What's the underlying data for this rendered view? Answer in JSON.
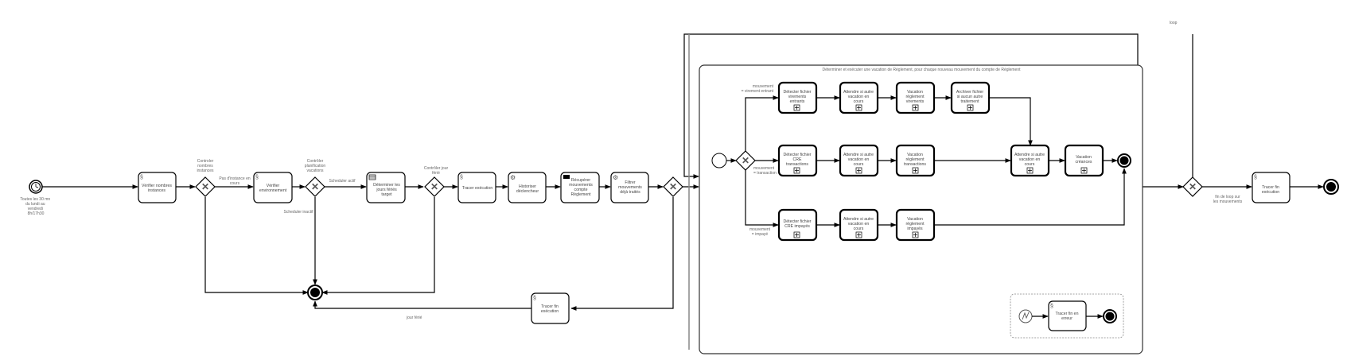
{
  "diagram": {
    "start_event": {
      "label": [
        "Toutes les 30 mn",
        "du lundi au",
        "vendredi",
        "8h/17h30"
      ]
    },
    "tasks": {
      "verifier_nombres_instances": [
        "Vérifier nombres",
        "instances"
      ],
      "verifier_environnement": [
        "Vérifier",
        "environnement"
      ],
      "determiner_jours_feries": [
        "Déterminer les",
        "jours fériés",
        "target"
      ],
      "tracer_execution": [
        "Tracer exécution"
      ],
      "historiser_declencheur": [
        "Historiser",
        "déclencheur"
      ],
      "recuperer_mouvements": [
        "Récupérer",
        "mouvements",
        "compte",
        "Règlement"
      ],
      "filtrer_mouvements": [
        "Filtrer",
        "mouvements",
        "déjà traités"
      ],
      "tracer_fin_execution_ferie": [
        "Tracer fin",
        "exécution"
      ],
      "tracer_fin_execution_final": [
        "Tracer fin",
        "exécution"
      ],
      "tracer_fin_en_erreur": [
        "Tracer fin en",
        "erreur"
      ]
    },
    "gateways": {
      "controler_nombres_instances": [
        "Controler",
        "nombres",
        "instances"
      ],
      "controler_planification": [
        "Contrôler",
        "planification",
        "vacations"
      ],
      "controler_jour_ferie": [
        "Contrôler jour",
        "férié"
      ]
    },
    "flow_labels": {
      "pas_instance": [
        "Pas d'instance en",
        "cours"
      ],
      "scheduler_actif": "Scheduler actif",
      "scheduler_inactif": "Scheduler inactif",
      "jour_ferie": "jour férié",
      "loop": "loop",
      "fin_loop": [
        "fin de loop sur",
        "les mouvements"
      ],
      "mvt_virement": [
        "mouvement",
        "= virement entrant"
      ],
      "mvt_transaction": [
        "mouvement",
        "= transaction"
      ],
      "mvt_impaye": [
        "mouvement",
        "= impayé"
      ]
    },
    "subprocess": {
      "title": "Déterminer et exécuter une vacation de Règlement, pour chaque nouveau mouvement du compte de Règlement",
      "row1": [
        [
          "Détecter fichier",
          "virements",
          "entrants"
        ],
        [
          "Attendre si autre",
          "vacation en",
          "cours"
        ],
        [
          "Vacation",
          "règlement",
          "virements"
        ],
        [
          "Archiver fichier",
          "si aucun autre",
          "traitement"
        ]
      ],
      "row2": [
        [
          "Détecter fichier",
          "CRE",
          "transactions"
        ],
        [
          "Attendre si autre",
          "vacation en",
          "cours"
        ],
        [
          "Vacation",
          "règlement",
          "transactions"
        ],
        [
          "Attendre si autre",
          "vacation en",
          "cours"
        ],
        [
          "Vacation",
          "créances"
        ]
      ],
      "row3": [
        [
          "Détecter fichier",
          "CRE impayés"
        ],
        [
          "Attendre si autre",
          "vacation en",
          "cours"
        ],
        [
          "Vacation",
          "règlement",
          "impayés"
        ]
      ]
    },
    "colors": {
      "stroke": "#000000",
      "text": "#555555",
      "subprocess_border": "#333333",
      "dashed": "#888888"
    }
  }
}
